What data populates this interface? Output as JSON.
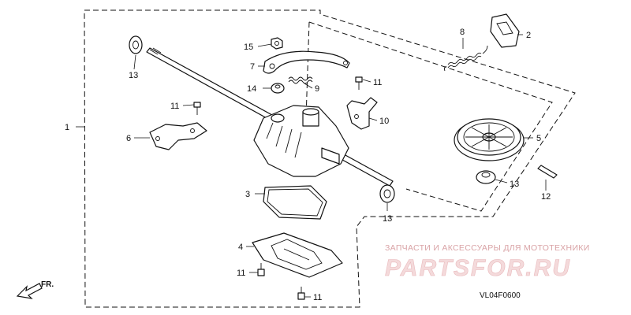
{
  "diagram": {
    "callouts": [
      {
        "id": "1",
        "text": "1"
      },
      {
        "id": "2",
        "text": "2"
      },
      {
        "id": "3",
        "text": "3"
      },
      {
        "id": "4",
        "text": "4"
      },
      {
        "id": "5",
        "text": "5"
      },
      {
        "id": "6",
        "text": "6"
      },
      {
        "id": "7",
        "text": "7"
      },
      {
        "id": "8",
        "text": "8"
      },
      {
        "id": "9",
        "text": "9"
      },
      {
        "id": "10",
        "text": "10"
      },
      {
        "id": "11a",
        "text": "11"
      },
      {
        "id": "11b",
        "text": "11"
      },
      {
        "id": "11c",
        "text": "11"
      },
      {
        "id": "11d",
        "text": "11"
      },
      {
        "id": "12",
        "text": "12"
      },
      {
        "id": "13a",
        "text": "13"
      },
      {
        "id": "13b",
        "text": "13"
      },
      {
        "id": "13c",
        "text": "13"
      },
      {
        "id": "14",
        "text": "14"
      },
      {
        "id": "15",
        "text": "15"
      }
    ],
    "front_indicator": "FR.",
    "diagram_code": "VL04F0600"
  },
  "watermark": {
    "line1": "ЗАПЧАСТИ И АКСЕССУАРЫ ДЛЯ МОТОТЕХНИКИ",
    "line2": "PARTSFOR.RU"
  }
}
